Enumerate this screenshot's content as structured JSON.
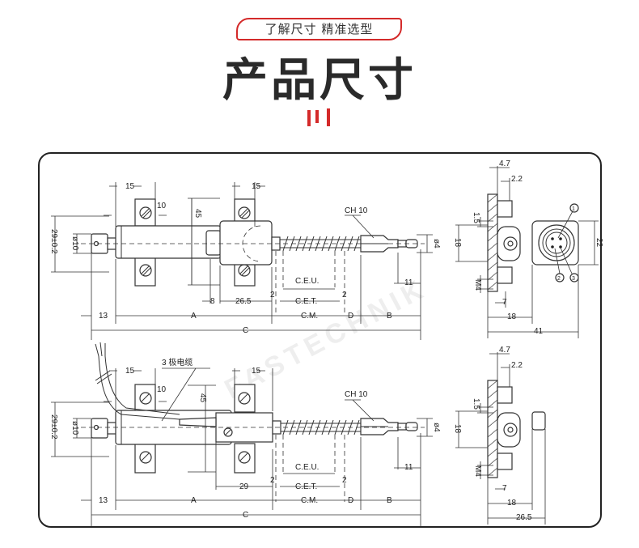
{
  "header": {
    "tag": "了解尺寸 精准选型",
    "title": "产品尺寸"
  },
  "watermark": "FASTECHNIK",
  "accent_color": "#d42a2a",
  "drawing1": {
    "bracket_w_left": "15",
    "bracket_w_right": "15",
    "hole": "10",
    "height": "45",
    "mount": "29±0.2",
    "rod_dia": "ø10",
    "hex": "CH 10",
    "tip_dia": "ø4",
    "ceu": "C.E.U.",
    "cet": "C.E.T.",
    "gap_left": "2",
    "gap_right": "2",
    "d8": "8",
    "d26_5": "26.5",
    "d11": "11",
    "d13": "13",
    "A": "A",
    "CM": "C.M.",
    "D": "D",
    "B": "B",
    "C": "C"
  },
  "view1": {
    "d4_7": "4.7",
    "d2_2": "2.2",
    "d1_5": "1.5",
    "d18v": "18",
    "d22": "22",
    "M4": "M4",
    "d7": "7",
    "d18h": "18",
    "d41": "41",
    "pin1": "1",
    "pin2": "2",
    "pin3": "3"
  },
  "drawing2": {
    "cable": "3 极电缆",
    "bracket_w_left": "15",
    "bracket_w_right": "15",
    "hole": "10",
    "height": "45",
    "mount": "29±0.2",
    "rod_dia": "ø10",
    "hex": "CH 10",
    "tip_dia": "ø4",
    "ceu": "C.E.U.",
    "cet": "C.E.T.",
    "gap_left": "2",
    "gap_right": "2",
    "d29": "29",
    "d11": "11",
    "d13": "13",
    "A": "A",
    "CM": "C.M.",
    "D": "D",
    "B": "B",
    "C": "C"
  },
  "view2": {
    "d4_7": "4.7",
    "d2_2": "2.2",
    "d1_5": "1.5",
    "d18v": "18",
    "M4": "M4",
    "d7": "7",
    "d18h": "18",
    "d26_5": "26.5"
  }
}
